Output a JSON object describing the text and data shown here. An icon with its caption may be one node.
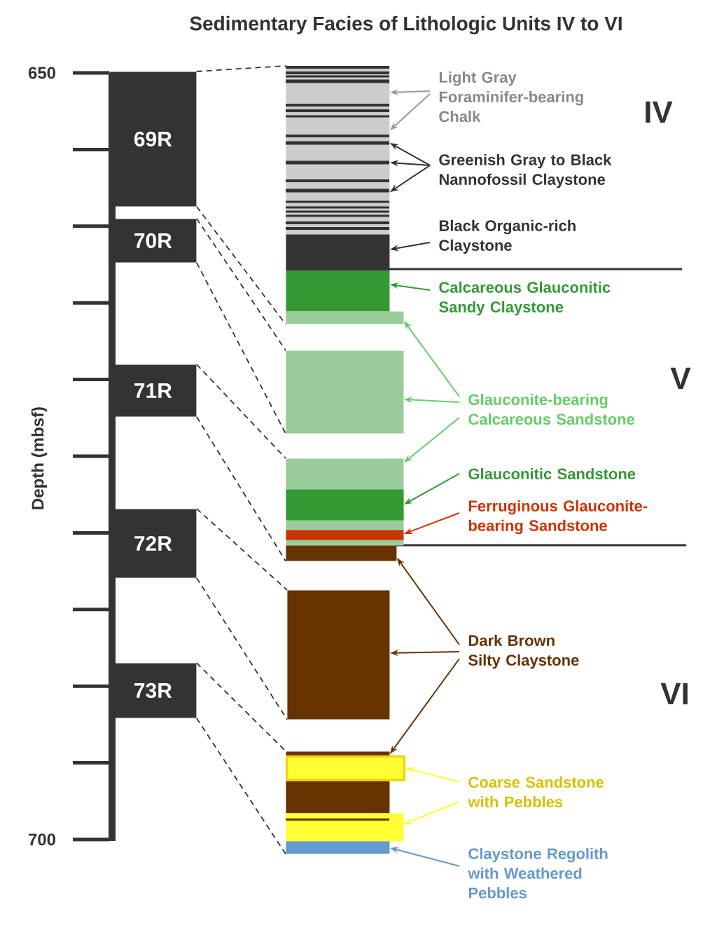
{
  "diagram": {
    "title": "Sedimentary Facies of Lithologic Units IV to VI",
    "nodes": [
      {
        "text": [
          "69R"
        ]
      },
      {
        "text": [
          "70R"
        ]
      },
      {
        "text": [
          "71R"
        ]
      },
      {
        "text": [
          "72R"
        ]
      },
      {
        "text": [
          "73R"
        ]
      },
      {
        "text": [],
        "shape": "box"
      },
      {
        "text": [],
        "shape": "box"
      },
      {
        "text": [],
        "shape": "box"
      },
      {
        "text": [],
        "shape": "box"
      },
      {
        "text": [],
        "shape": "box"
      },
      {
        "text": [],
        "shape": "box"
      },
      {
        "text": [],
        "shape": "box",
        "in": 10
      },
      {
        "text": [],
        "shape": "box",
        "in": 10
      },
      {
        "text": [],
        "shape": "box"
      },
      {
        "text": [],
        "shape": "box"
      },
      {
        "text": [],
        "shape": "box"
      },
      {
        "text": [],
        "shape": "box"
      },
      {
        "text": [],
        "shape": "box"
      },
      {
        "text": [],
        "shape": "box"
      },
      {
        "text": [
          "Light Gray Foraminifer-bearing Chalk"
        ]
      },
      {
        "text": [
          "Greenish Gray to Black Nannofossil Claystone"
        ]
      },
      {
        "text": [
          "Black Organic-rich Claystone"
        ]
      },
      {
        "text": [
          "Calcareous Glauconitic Sandy Claystone"
        ]
      },
      {
        "text": [
          "Glauconite-bearing Calcareous Sandstone"
        ]
      },
      {
        "text": [
          "Glauconitic Sandstone"
        ]
      },
      {
        "text": [
          "Ferruginous Glauconite-bearing Sandstone"
        ]
      },
      {
        "text": [
          "Dark Brown Silty Claystone"
        ]
      },
      {
        "text": [
          "Coarse Sandstone with Pebbles"
        ]
      },
      {
        "text": [
          "Claystone Regolith with Weathered Pebbles"
        ]
      }
    ],
    "edges": [
      {
        "from": 0,
        "to": 5,
        "arrow": "none",
        "style": "dashed"
      },
      {
        "from": 0,
        "to": 8,
        "arrow": "none",
        "style": "dashed"
      },
      {
        "from": 1,
        "to": 9,
        "arrow": "none",
        "style": "dashed"
      },
      {
        "from": 1,
        "to": 9,
        "arrow": "none",
        "style": "dashed"
      },
      {
        "from": 2,
        "to": 10,
        "arrow": "none",
        "style": "dashed"
      },
      {
        "from": 2,
        "to": 13,
        "arrow": "none",
        "style": "dashed"
      },
      {
        "from": 3,
        "to": 14,
        "arrow": "none",
        "style": "dashed"
      },
      {
        "from": 3,
        "to": 14,
        "arrow": "none",
        "style": "dashed"
      },
      {
        "from": 4,
        "to": 15,
        "arrow": "none",
        "style": "dashed"
      },
      {
        "from": 4,
        "to": 18,
        "arrow": "none",
        "style": "dashed"
      },
      {
        "from": 19,
        "to": 5,
        "arrow": "to",
        "color": "#999999"
      },
      {
        "from": 19,
        "to": 5,
        "arrow": "to",
        "color": "#999999"
      },
      {
        "from": 20,
        "to": 5,
        "arrow": "to"
      },
      {
        "from": 20,
        "to": 5,
        "arrow": "to"
      },
      {
        "from": 20,
        "to": 5,
        "arrow": "to"
      },
      {
        "from": 21,
        "to": 6,
        "arrow": "to"
      },
      {
        "from": 22,
        "to": 7,
        "arrow": "to",
        "color": "#339933"
      },
      {
        "from": 23,
        "to": 8,
        "arrow": "to",
        "color": "#66cc66"
      },
      {
        "from": 23,
        "to": 9,
        "arrow": "to",
        "color": "#66cc66"
      },
      {
        "from": 23,
        "to": 10,
        "arrow": "to",
        "color": "#66cc66"
      },
      {
        "from": 24,
        "to": 11,
        "arrow": "to",
        "color": "#339933"
      },
      {
        "from": 25,
        "to": 12,
        "arrow": "to",
        "color": "#cc3300"
      },
      {
        "from": 26,
        "to": 13,
        "arrow": "to",
        "color": "#663300"
      },
      {
        "from": 26,
        "to": 14,
        "arrow": "to",
        "color": "#663300"
      },
      {
        "from": 26,
        "to": 15,
        "arrow": "to",
        "color": "#663300"
      },
      {
        "from": 27,
        "to": 16,
        "arrow": "to",
        "color": "#ffff33"
      },
      {
        "from": 27,
        "to": 17,
        "arrow": "to",
        "color": "#ffff33"
      },
      {
        "from": 28,
        "to": 18,
        "arrow": "to",
        "color": "#6699cc"
      }
    ],
    "labels": [
      "650",
      "IV",
      "V",
      "Depth (mbsf)",
      "VI",
      "700"
    ]
  }
}
